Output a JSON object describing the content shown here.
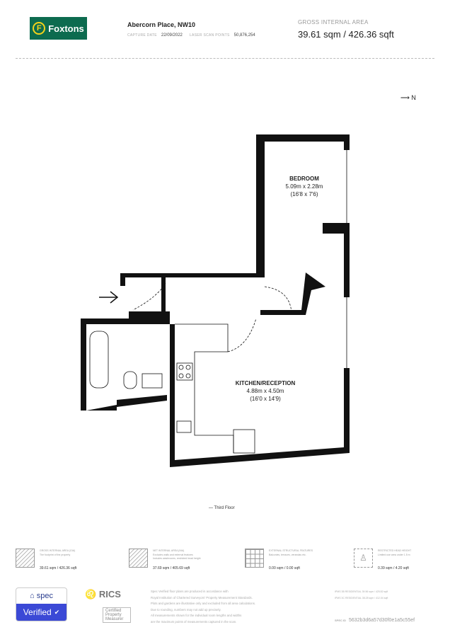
{
  "header": {
    "brand": "Foxtons",
    "brand_color": "#0d6b4f",
    "address": "Abercorn Place, NW10",
    "capture_date_label": "CAPTURE DATE",
    "capture_date": "22/09/2022",
    "scan_points_label": "LASER SCAN POINTS",
    "scan_points": "50,876,254",
    "gia_label": "GROSS INTERNAL AREA",
    "gia_value": "39.61 sqm / 426.36 sqft"
  },
  "plan": {
    "compass": "N",
    "floor_label": "— Third Floor",
    "rooms": [
      {
        "name": "BEDROOM",
        "metric": "5.09m x 2.28m",
        "imperial": "(16'8 x 7'6)"
      },
      {
        "name": "KITCHEN/RECEPTION",
        "metric": "4.88m x 4.50m",
        "imperial": "(16'0 x 14'9)"
      }
    ],
    "restricted_marker": "*"
  },
  "legend": [
    {
      "title": "GROSS INTERNAL AREA (GIA)",
      "desc": [
        "The footprint of the property"
      ],
      "value": "39.61 sqm / 426.36 sqft",
      "icon": "hatched-square-icon"
    },
    {
      "title": "NET INTERNAL AREA (NIA)",
      "desc": [
        "Excludes walls and external features",
        "Includes washrooms, restricted head height"
      ],
      "value": "37.69 sqm / 405.69 sqft",
      "icon": "hatched-plan-icon"
    },
    {
      "title": "EXTERNAL STRUCTURAL FEATURES",
      "desc": [
        "Balconies, terraces, verandas etc."
      ],
      "value": "0.00 sqm / 0.00 sqft",
      "icon": "grid-icon"
    },
    {
      "title": "RESTRICTED HEAD HEIGHT",
      "desc": [
        "Limited use area under 1.5 m"
      ],
      "value": "0.39 sqm / 4.20 sqft",
      "icon": "person-height-icon"
    }
  ],
  "footer": {
    "spec_brand": "spec",
    "spec_verified": "Verified",
    "spec_color": "#3b49d6",
    "rics": "RICS",
    "rics_cert": "Certified Property Measurer",
    "disclaimer": [
      "Spec Verified floor plans are produced in accordance with",
      "Royal Institution of Chartered Surveyors' Property Measurement Standards.",
      "Plots and gardens are illustrative only and excluded from all area calculations.",
      "Due to rounding, numbers may not add up precisely.",
      "All measurements shown for the individual room lengths and widths",
      "are the maximum points of measurements captured in the scan."
    ],
    "ipms": [
      "IPMS 3B RESIDENTIAL   39.56 sqm / 425.82 sqft",
      "IPMS 3C RESIDENTIAL   38.28 sqm / 412.04 sqft"
    ],
    "spec_id_label": "SPEC ID",
    "spec_id": "5632b3d6a57d30f0e1a5c55ef"
  }
}
